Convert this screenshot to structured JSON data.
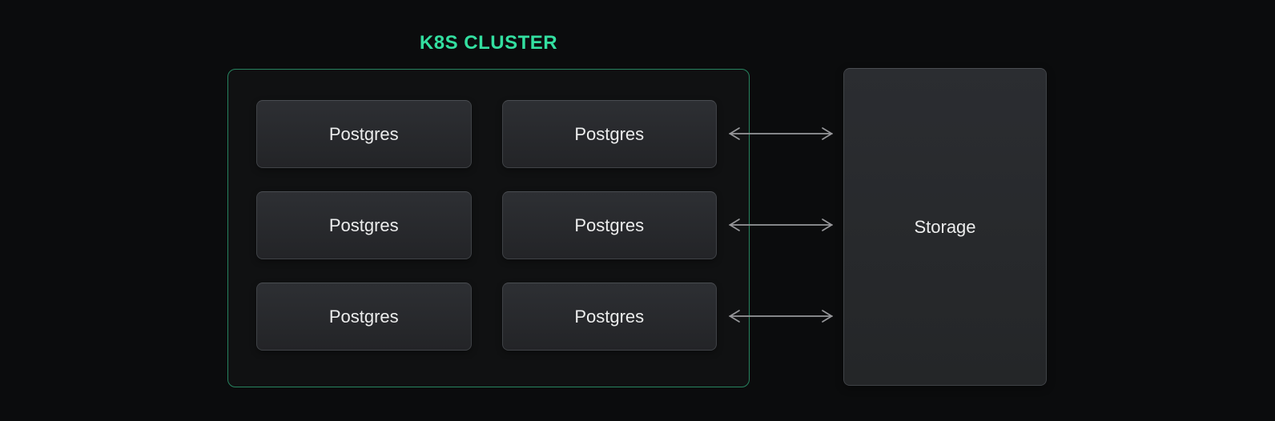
{
  "title": {
    "text": "K8S CLUSTER"
  },
  "cluster": {
    "nodes": [
      {
        "label": "Postgres"
      },
      {
        "label": "Postgres"
      },
      {
        "label": "Postgres"
      },
      {
        "label": "Postgres"
      },
      {
        "label": "Postgres"
      },
      {
        "label": "Postgres"
      }
    ]
  },
  "storage": {
    "label": "Storage"
  },
  "arrows": [
    {
      "type": "bidirectional",
      "connects": "postgres-row-1-to-storage"
    },
    {
      "type": "bidirectional",
      "connects": "postgres-row-2-to-storage"
    },
    {
      "type": "bidirectional",
      "connects": "postgres-row-3-to-storage"
    }
  ],
  "colors": {
    "background": "#0b0c0d",
    "cluster_background": "#101112",
    "cluster_border": "#27835f",
    "title_green": "#33dfa0",
    "node_border": "#3f4246",
    "node_text": "#eceded",
    "arrow": "#96979a"
  }
}
